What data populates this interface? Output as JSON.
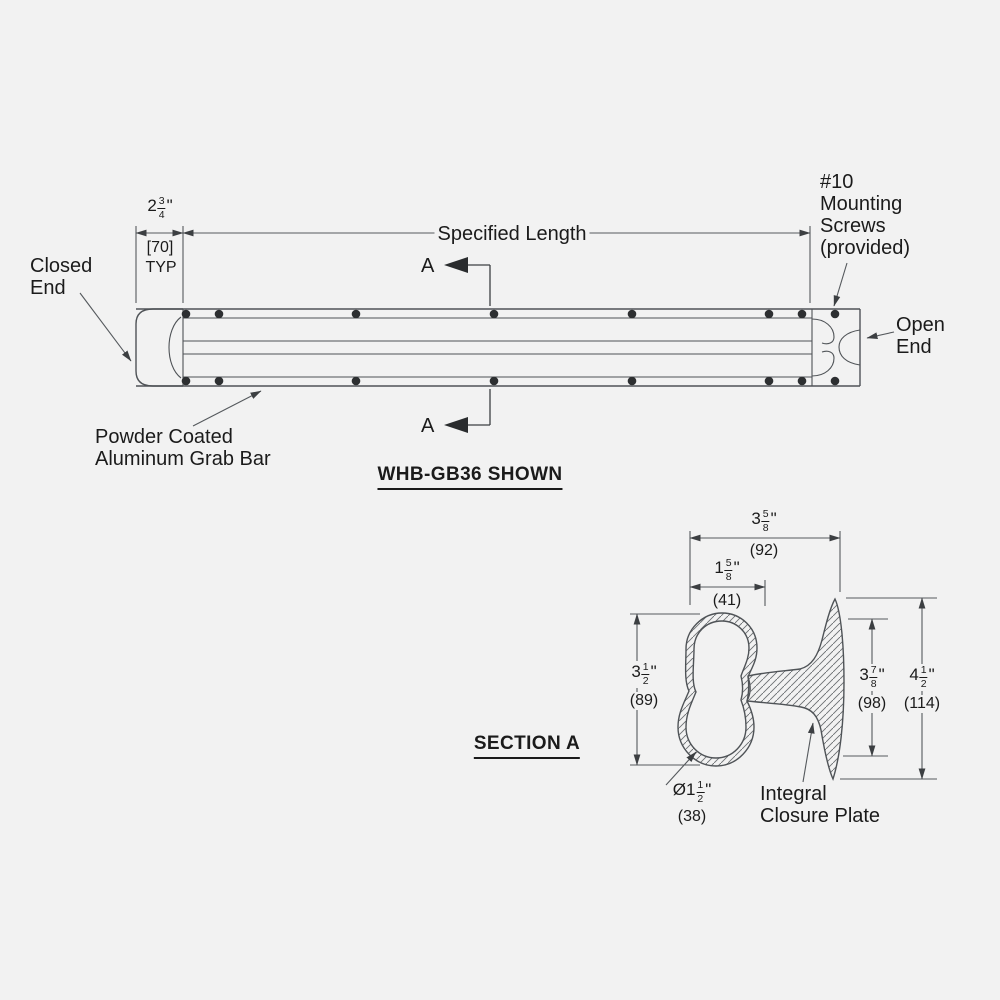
{
  "colors": {
    "background": "#f2f2f2",
    "line": "#4f5357",
    "text": "#1b1b1b"
  },
  "elevation": {
    "title": "WHB-GB36 SHOWN",
    "closed_end_label": "Closed\nEnd",
    "open_end_label": "Open\nEnd",
    "mounting_screws_label": "#10\nMounting\nScrews\n(provided)",
    "powder_coated_label": "Powder Coated\nAluminum Grab Bar",
    "specified_length_label": "Specified Length",
    "section_marker_top": "A",
    "section_marker_bottom": "A",
    "end_spacing_dim": {
      "whole": "2",
      "num": "3",
      "den": "4",
      "unit": "\"",
      "metric": "[70]",
      "suffix": "TYP"
    }
  },
  "section": {
    "title": "SECTION A",
    "closure_plate_label": "Integral\nClosure Plate",
    "overall_width_dim": {
      "whole": "3",
      "num": "5",
      "den": "8",
      "unit": "\"",
      "metric": "(92)"
    },
    "grip_width_dim": {
      "whole": "1",
      "num": "5",
      "den": "8",
      "unit": "\"",
      "metric": "(41)"
    },
    "grip_height_dim": {
      "whole": "3",
      "num": "1",
      "den": "2",
      "unit": "\"",
      "metric": "(89)"
    },
    "plate_inner_height_dim": {
      "whole": "3",
      "num": "7",
      "den": "8",
      "unit": "\"",
      "metric": "(98)"
    },
    "plate_height_dim": {
      "whole": "4",
      "num": "1",
      "den": "2",
      "unit": "\"",
      "metric": "(114)"
    },
    "grip_diameter_dim": {
      "prefix": "Ø",
      "whole": "1",
      "num": "1",
      "den": "2",
      "unit": "\"",
      "metric": "(38)"
    }
  }
}
